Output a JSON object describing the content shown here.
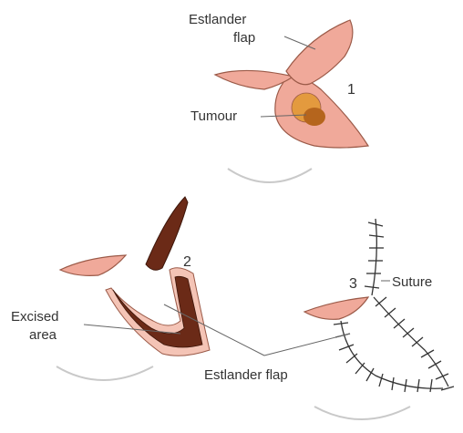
{
  "labels": {
    "estlander_flap_top_line1": "Estlander",
    "estlander_flap_top_line2": "flap",
    "tumour": "Tumour",
    "step1": "1",
    "step2": "2",
    "step3": "3",
    "suture": "Suture",
    "excised_line1": "Excised",
    "excised_line2": "area",
    "estlander_flap_bottom": "Estlander flap"
  },
  "colors": {
    "skin_fill": "#f0a99a",
    "skin_stroke": "#9b5a48",
    "tumour_outer": "#e39a3e",
    "tumour_inner": "#b5651d",
    "excised_dark": "#6b2a17",
    "leader_line": "#666666",
    "suture": "#333333",
    "chin_curve": "#c9c9c9"
  }
}
